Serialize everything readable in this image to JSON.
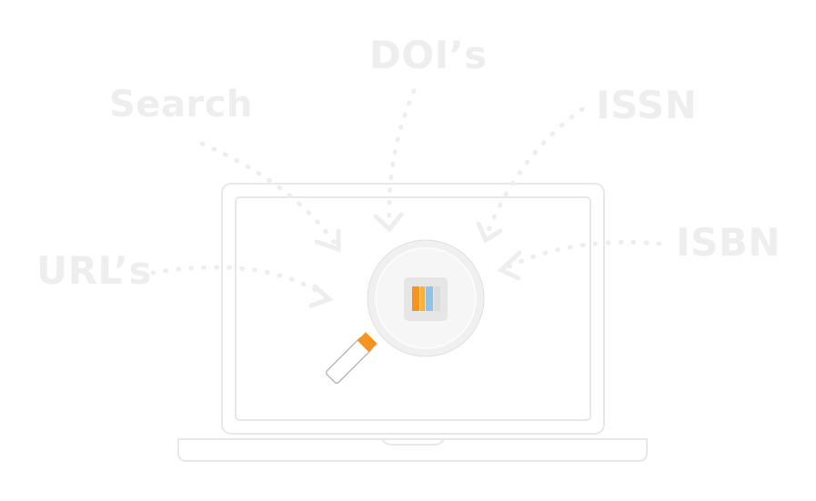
{
  "labels": {
    "doi": "DOI’s",
    "search": "Search",
    "issn": "ISSN",
    "isbn": "ISBN",
    "urls": "URL’s"
  },
  "colors": {
    "outline": "#e8e8e8",
    "arrow": "#eeeeee",
    "label": "#eeeeee",
    "lens_ring": "#e6e6e6",
    "lens_face": "#f6f6f6",
    "accent_orange": "#f7941d",
    "accent_blue": "#8fc3ea",
    "accent_grey": "#dddddd"
  },
  "icons": {
    "center": "magnifying-glass-icon",
    "logo": "library-books-logo-icon",
    "device": "laptop-icon"
  }
}
